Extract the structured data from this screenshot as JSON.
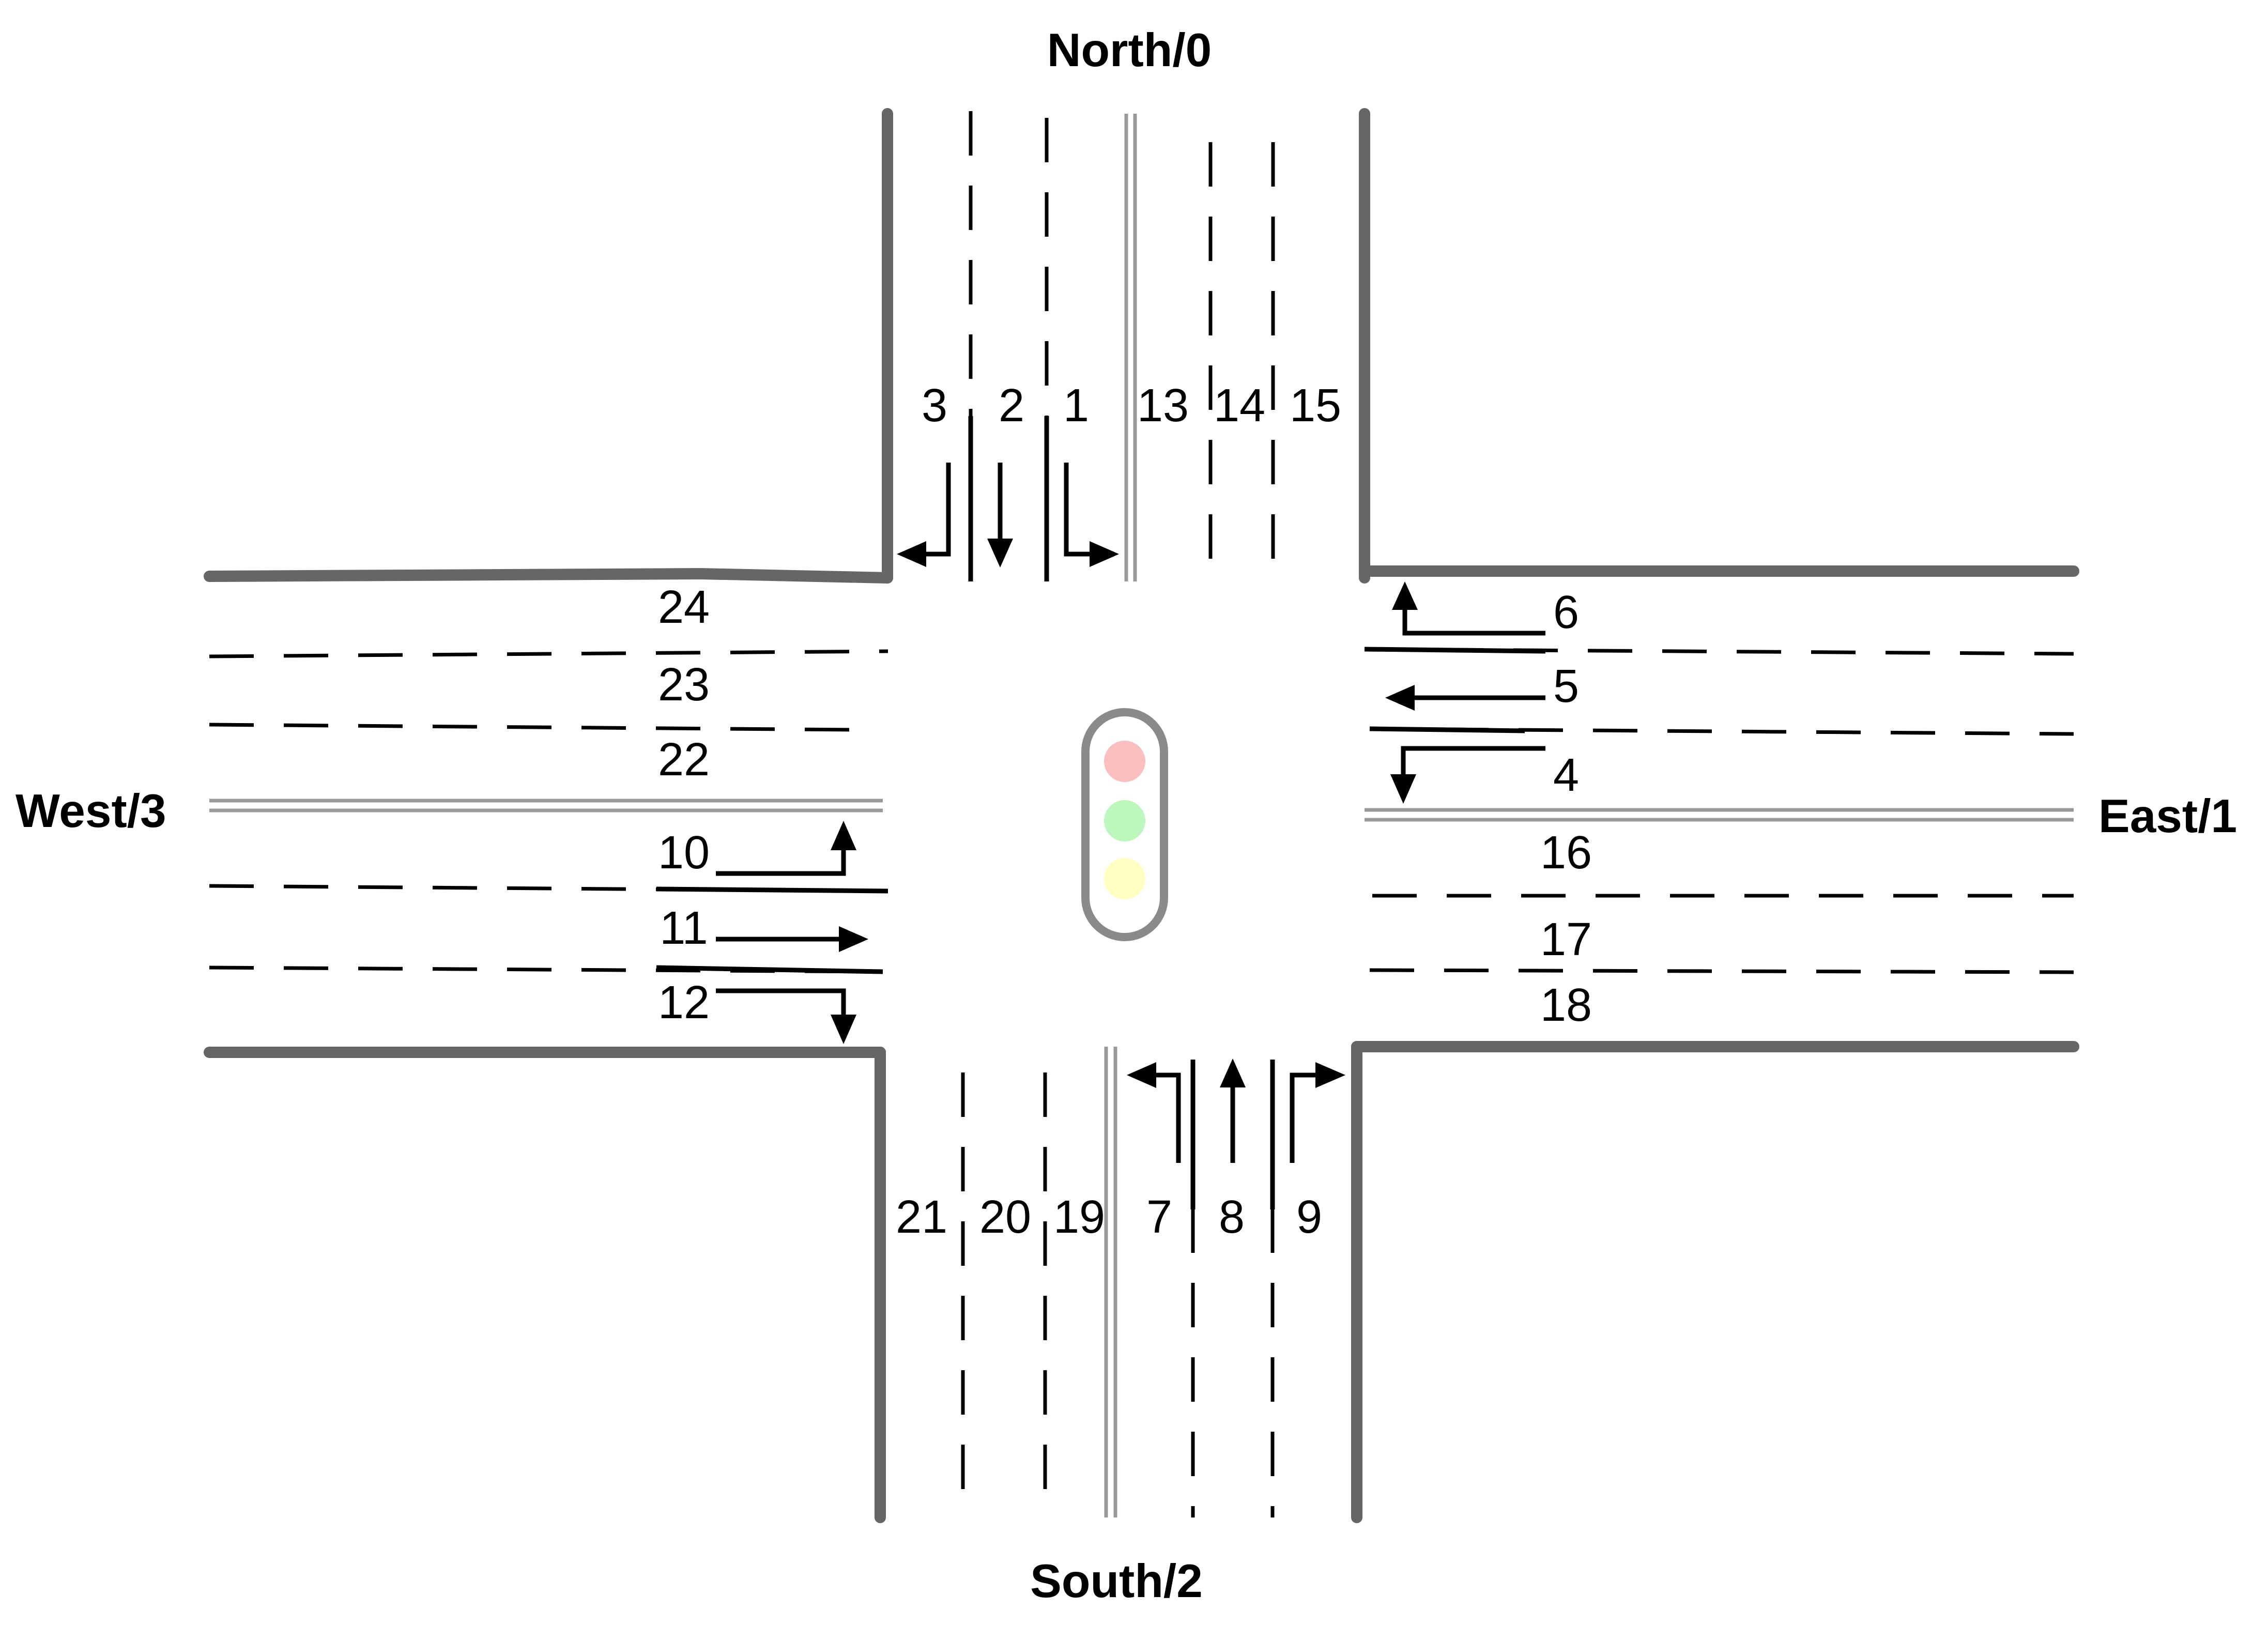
{
  "directions": {
    "north": "North/0",
    "east": "East/1",
    "south": "South/2",
    "west": "West/3"
  },
  "lanes": {
    "north_in": [
      "3",
      "2",
      "1"
    ],
    "north_out": [
      "13",
      "14",
      "15"
    ],
    "east_in": [
      "6",
      "5",
      "4"
    ],
    "east_out": [
      "16",
      "17",
      "18"
    ],
    "south_in": [
      "7",
      "8",
      "9"
    ],
    "south_out": [
      "21",
      "20",
      "19"
    ],
    "west_in": [
      "10",
      "11",
      "12"
    ],
    "west_out": [
      "24",
      "23",
      "22"
    ]
  },
  "traffic_light": {
    "colors": [
      "#fbbfbf",
      "#bdf7be",
      "#ffffc2"
    ],
    "frame_color": "#8a8a8a"
  },
  "colors": {
    "curb": "#666666",
    "median": "#999999",
    "markings": "#000000"
  }
}
